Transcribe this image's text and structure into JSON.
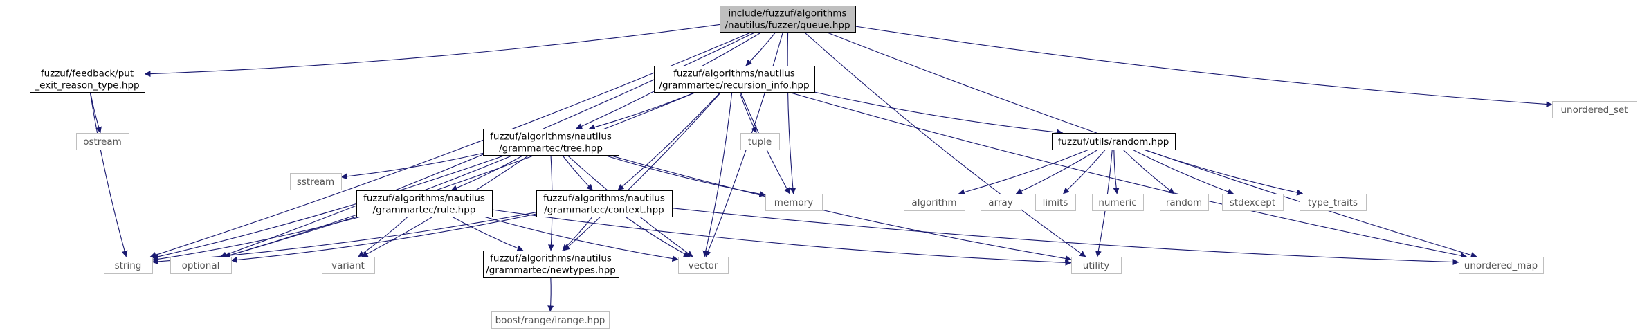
{
  "graph": {
    "nodes": [
      {
        "id": "queue",
        "kind": "root",
        "lines": [
          "include/fuzzuf/algorithms",
          "/nautilus/fuzzer/queue.hpp"
        ]
      },
      {
        "id": "put_exit",
        "kind": "local",
        "lines": [
          "fuzzuf/feedback/put",
          "_exit_reason_type.hpp"
        ]
      },
      {
        "id": "recursion",
        "kind": "local",
        "lines": [
          "fuzzuf/algorithms/nautilus",
          "/grammartec/recursion_info.hpp"
        ]
      },
      {
        "id": "unordered_set",
        "kind": "system",
        "lines": [
          "unordered_set"
        ]
      },
      {
        "id": "ostream",
        "kind": "system",
        "lines": [
          "ostream"
        ]
      },
      {
        "id": "tuple",
        "kind": "system",
        "lines": [
          "tuple"
        ]
      },
      {
        "id": "tree",
        "kind": "local",
        "lines": [
          "fuzzuf/algorithms/nautilus",
          "/grammartec/tree.hpp"
        ]
      },
      {
        "id": "random_hpp",
        "kind": "local",
        "lines": [
          "fuzzuf/utils/random.hpp"
        ]
      },
      {
        "id": "sstream",
        "kind": "system",
        "lines": [
          "sstream"
        ]
      },
      {
        "id": "memory",
        "kind": "system",
        "lines": [
          "memory"
        ]
      },
      {
        "id": "rule",
        "kind": "local",
        "lines": [
          "fuzzuf/algorithms/nautilus",
          "/grammartec/rule.hpp"
        ]
      },
      {
        "id": "context",
        "kind": "local",
        "lines": [
          "fuzzuf/algorithms/nautilus",
          "/grammartec/context.hpp"
        ]
      },
      {
        "id": "algorithm",
        "kind": "system",
        "lines": [
          "algorithm"
        ]
      },
      {
        "id": "array",
        "kind": "system",
        "lines": [
          "array"
        ]
      },
      {
        "id": "limits",
        "kind": "system",
        "lines": [
          "limits"
        ]
      },
      {
        "id": "numeric",
        "kind": "system",
        "lines": [
          "numeric"
        ]
      },
      {
        "id": "random",
        "kind": "system",
        "lines": [
          "random"
        ]
      },
      {
        "id": "stdexcept",
        "kind": "system",
        "lines": [
          "stdexcept"
        ]
      },
      {
        "id": "type_traits",
        "kind": "system",
        "lines": [
          "type_traits"
        ]
      },
      {
        "id": "string",
        "kind": "system",
        "lines": [
          "string"
        ]
      },
      {
        "id": "optional",
        "kind": "system",
        "lines": [
          "optional"
        ]
      },
      {
        "id": "variant",
        "kind": "system",
        "lines": [
          "variant"
        ]
      },
      {
        "id": "newtypes",
        "kind": "local",
        "lines": [
          "fuzzuf/algorithms/nautilus",
          "/grammartec/newtypes.hpp"
        ]
      },
      {
        "id": "vector",
        "kind": "system",
        "lines": [
          "vector"
        ]
      },
      {
        "id": "utility",
        "kind": "system",
        "lines": [
          "utility"
        ]
      },
      {
        "id": "unordered_map",
        "kind": "system",
        "lines": [
          "unordered_map"
        ]
      },
      {
        "id": "irange",
        "kind": "system",
        "lines": [
          "boost/range/irange.hpp"
        ]
      }
    ],
    "edges": [
      [
        "queue",
        "put_exit"
      ],
      [
        "queue",
        "recursion"
      ],
      [
        "queue",
        "tree"
      ],
      [
        "queue",
        "memory"
      ],
      [
        "queue",
        "string"
      ],
      [
        "queue",
        "optional"
      ],
      [
        "queue",
        "vector"
      ],
      [
        "queue",
        "utility"
      ],
      [
        "queue",
        "unordered_map"
      ],
      [
        "queue",
        "unordered_set"
      ],
      [
        "put_exit",
        "ostream"
      ],
      [
        "put_exit",
        "string"
      ],
      [
        "recursion",
        "tree"
      ],
      [
        "recursion",
        "tuple"
      ],
      [
        "recursion",
        "memory"
      ],
      [
        "recursion",
        "context"
      ],
      [
        "recursion",
        "random_hpp"
      ],
      [
        "recursion",
        "optional"
      ],
      [
        "recursion",
        "newtypes"
      ],
      [
        "recursion",
        "vector"
      ],
      [
        "recursion",
        "unordered_map"
      ],
      [
        "tree",
        "sstream"
      ],
      [
        "tree",
        "memory"
      ],
      [
        "tree",
        "rule"
      ],
      [
        "tree",
        "context"
      ],
      [
        "tree",
        "string"
      ],
      [
        "tree",
        "optional"
      ],
      [
        "tree",
        "variant"
      ],
      [
        "tree",
        "newtypes"
      ],
      [
        "tree",
        "vector"
      ],
      [
        "tree",
        "utility"
      ],
      [
        "random_hpp",
        "algorithm"
      ],
      [
        "random_hpp",
        "array"
      ],
      [
        "random_hpp",
        "limits"
      ],
      [
        "random_hpp",
        "numeric"
      ],
      [
        "random_hpp",
        "random"
      ],
      [
        "random_hpp",
        "stdexcept"
      ],
      [
        "random_hpp",
        "type_traits"
      ],
      [
        "random_hpp",
        "utility"
      ],
      [
        "rule",
        "string"
      ],
      [
        "rule",
        "variant"
      ],
      [
        "rule",
        "newtypes"
      ],
      [
        "rule",
        "vector"
      ],
      [
        "rule",
        "utility"
      ],
      [
        "context",
        "newtypes"
      ],
      [
        "context",
        "vector"
      ],
      [
        "context",
        "string"
      ],
      [
        "context",
        "optional"
      ],
      [
        "context",
        "unordered_map"
      ],
      [
        "newtypes",
        "irange"
      ]
    ]
  }
}
